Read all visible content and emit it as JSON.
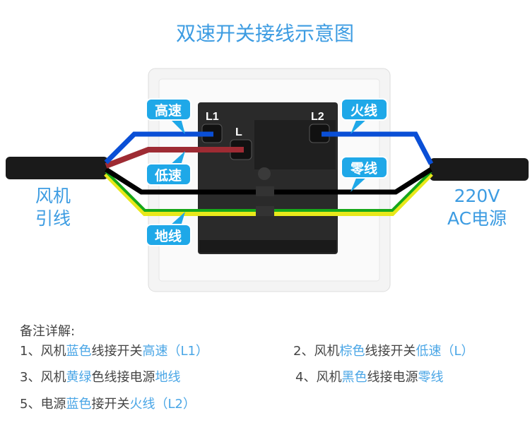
{
  "title": "双速开关接线示意图",
  "terminals": {
    "l1": "L1",
    "l": "L",
    "l2": "L2"
  },
  "bubbles": {
    "high": "高速",
    "low": "低速",
    "ground": "地线",
    "live": "火线",
    "neutral": "零线"
  },
  "left_label": [
    "风机",
    "引线"
  ],
  "right_label": [
    "220V",
    "AC电源"
  ],
  "notes_header": "备注详解:",
  "notes": [
    [
      {
        "t": "1、风机"
      },
      {
        "t": "蓝色",
        "h": true
      },
      {
        "t": "线接开关"
      },
      {
        "t": "高速（L1）",
        "h": true
      }
    ],
    [
      {
        "t": "2、风机"
      },
      {
        "t": "棕色",
        "h": true
      },
      {
        "t": "线接开关"
      },
      {
        "t": "低速（L）",
        "h": true
      }
    ],
    [
      {
        "t": "3、风机"
      },
      {
        "t": "黄绿",
        "h": true
      },
      {
        "t": "色线接电源"
      },
      {
        "t": "地线",
        "h": true
      }
    ],
    [
      {
        "t": "4、风机"
      },
      {
        "t": "黑色",
        "h": true
      },
      {
        "t": "线接电源"
      },
      {
        "t": "零线",
        "h": true
      }
    ],
    [
      {
        "t": "5、电源"
      },
      {
        "t": "蓝色",
        "h": true
      },
      {
        "t": "接开关"
      },
      {
        "t": "火线（L2）",
        "h": true
      }
    ]
  ],
  "colors": {
    "accent": "#3d9ce2",
    "bubble": "#1fa8e8",
    "blue_wire": "#0a4fd6",
    "brown_wire": "#9e2b33",
    "green_wire": "#17a81a",
    "yellow_wire": "#e8e81a"
  }
}
